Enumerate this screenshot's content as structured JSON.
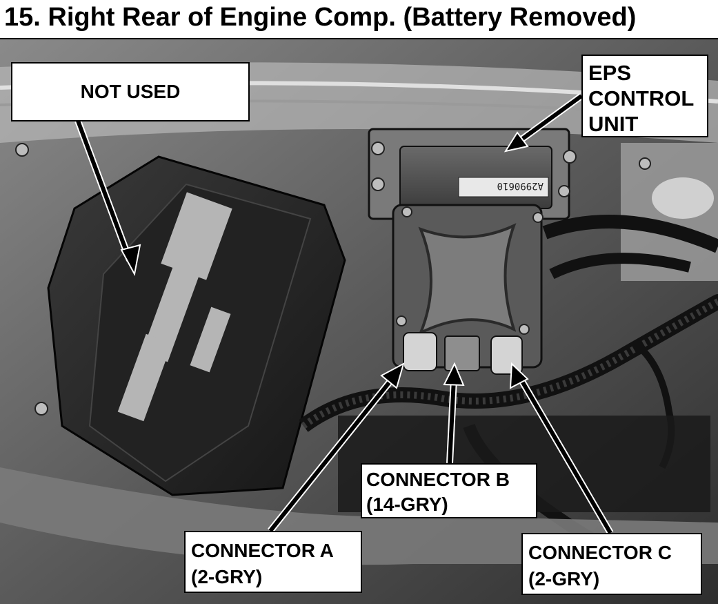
{
  "title": "15. Right Rear of Engine Comp. (Battery Removed)",
  "callouts": {
    "not_used": "NOT USED",
    "eps": {
      "line1": "EPS",
      "line2": "CONTROL",
      "line3": "UNIT"
    },
    "connector_b": {
      "line1": "CONNECTOR B",
      "line2": "(14-GRY)"
    },
    "connector_a": {
      "line1": "CONNECTOR A",
      "line2": "(2-GRY)"
    },
    "connector_c": {
      "line1": "CONNECTOR C",
      "line2": "(2-GRY)"
    }
  },
  "label_plate": "A2990610",
  "colors": {
    "arrow": "#000000",
    "label_bg": "#ffffff"
  }
}
